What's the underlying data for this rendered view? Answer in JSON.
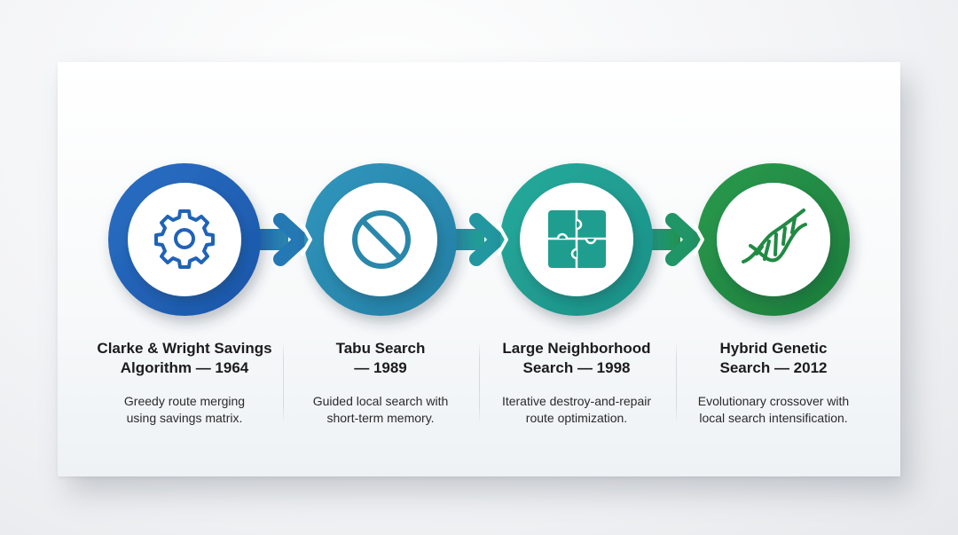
{
  "diagram": {
    "type": "timeline",
    "steps": [
      {
        "title_line1": "Clarke & Wright Savings",
        "title_line2": "Algorithm — 1964",
        "desc_line1": "Greedy route merging",
        "desc_line2": "using savings matrix.",
        "icon": "gear-icon",
        "color": "#1f63b8"
      },
      {
        "title_line1": "Tabu Search",
        "title_line2": "— 1989",
        "desc_line1": "Guided local search with",
        "desc_line2": "short-term memory.",
        "icon": "prohibited-icon",
        "color": "#2a87ab"
      },
      {
        "title_line1": "Large Neighborhood",
        "title_line2": "Search — 1998",
        "desc_line1": "Iterative destroy-and-repair",
        "desc_line2": "route optimization.",
        "icon": "puzzle-icon",
        "color": "#1f9e8f"
      },
      {
        "title_line1": "Hybrid Genetic",
        "title_line2": "Search — 2012",
        "desc_line1": "Evolutionary crossover with",
        "desc_line2": "local search intensification.",
        "icon": "dna-icon",
        "color": "#218a44"
      }
    ],
    "connectors": [
      "arrow-right",
      "arrow-right",
      "arrow-right"
    ]
  }
}
